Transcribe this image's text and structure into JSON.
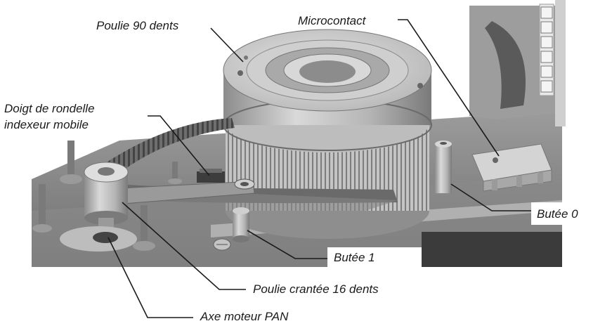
{
  "labels": {
    "poulie_90": "Poulie 90 dents",
    "microcontact": "Microcontact",
    "doigt_line1": "Doigt de rondelle",
    "doigt_line2": "indexeur mobile",
    "butee_0": "Butée 0",
    "butee_1": "Butée 1",
    "poulie_16": "Poulie crantée 16 dents",
    "axe_moteur": "Axe moteur PAN"
  },
  "toolbar": {
    "icons": [
      "tool-icon",
      "page-icon",
      "lock-icon",
      "zoom-icon",
      "print-icon",
      "save-icon"
    ]
  },
  "colors": {
    "metal_light": "#d6d6d6",
    "metal_mid": "#a8a8a8",
    "metal_dark": "#5e5e5e",
    "leader": "#1a1a1a"
  }
}
